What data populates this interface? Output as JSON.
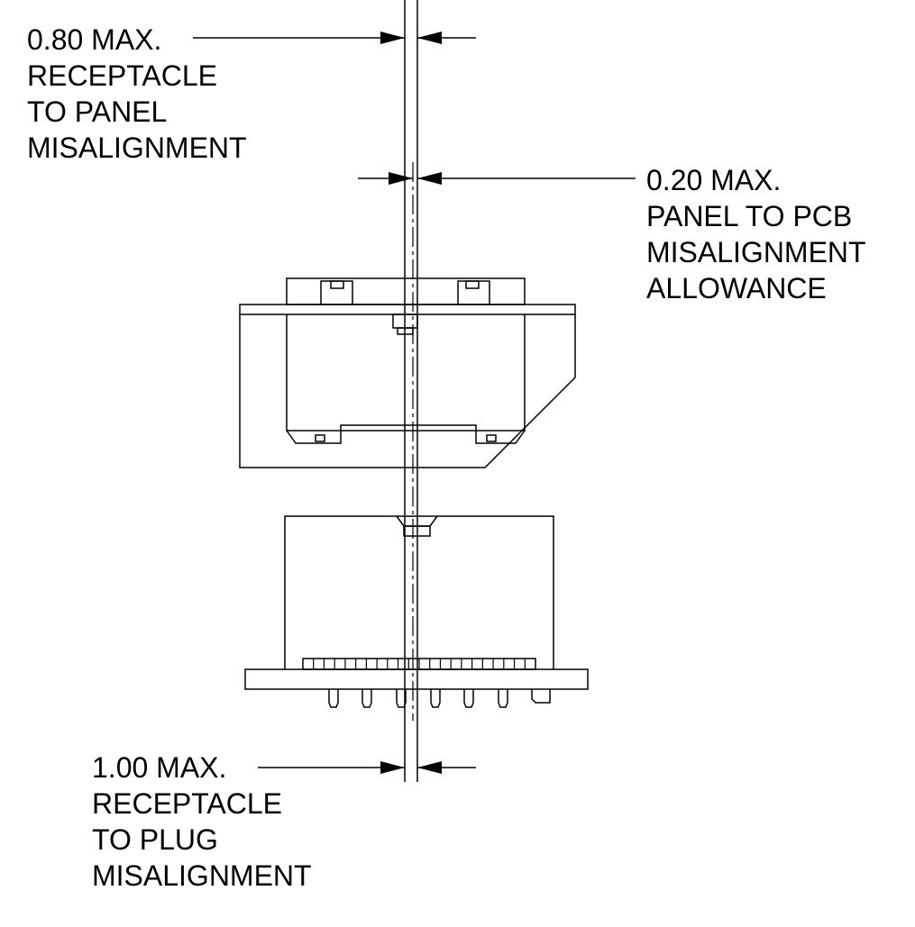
{
  "callouts": {
    "receptacle_to_panel": {
      "value": "0.80 MAX.",
      "lines": [
        "RECEPTACLE",
        "TO PANEL",
        "MISALIGNMENT"
      ]
    },
    "panel_to_pcb": {
      "value": "0.20 MAX.",
      "lines": [
        "PANEL TO PCB",
        "MISALIGNMENT",
        "ALLOWANCE"
      ]
    },
    "receptacle_to_plug": {
      "value": "1.00 MAX.",
      "lines": [
        "RECEPTACLE",
        "TO PLUG",
        "MISALIGNMENT"
      ]
    }
  },
  "colors": {
    "ink": "#000000",
    "paper": "#ffffff"
  }
}
